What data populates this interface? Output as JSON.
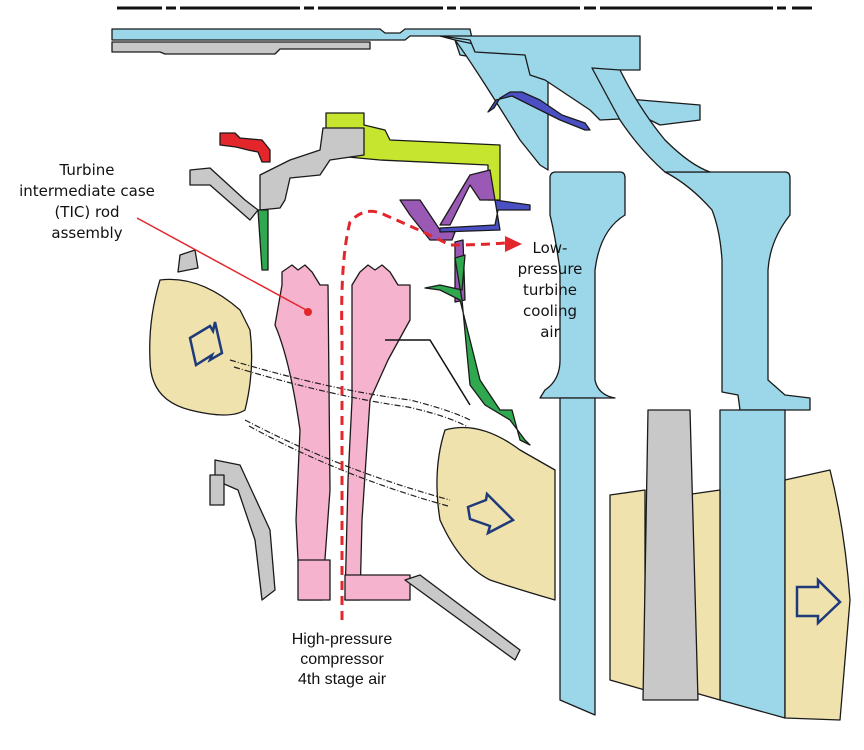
{
  "diagram": {
    "title": "Turbine intermediate case cooling air path",
    "labels": {
      "tic_rod": [
        "Turbine",
        "intermediate case",
        "(TIC) rod",
        "assembly"
      ],
      "lpt_cooling": [
        "Low-",
        "pressure",
        "turbine",
        "cooling",
        "air"
      ],
      "hpc_air": [
        "High-pressure",
        "compressor",
        "4th stage air"
      ]
    },
    "colors": {
      "rotor": "#9bd7e8",
      "gas_path": "#efe2ad",
      "static_parts": "#c8c8c8",
      "tic_rod": "#f6b3cd",
      "case_flange": "#c6e52e",
      "seal_support": "#9b59b6",
      "vane_support": "#4a4fc4",
      "green_strut": "#2fa84f",
      "red_fitting": "#e3262b",
      "airflow_path": "#e3262b",
      "flow_arrow": "#1f3a7a"
    },
    "flow_arrows": [
      "inlet-flow",
      "mid-flow",
      "exit-flow"
    ]
  }
}
